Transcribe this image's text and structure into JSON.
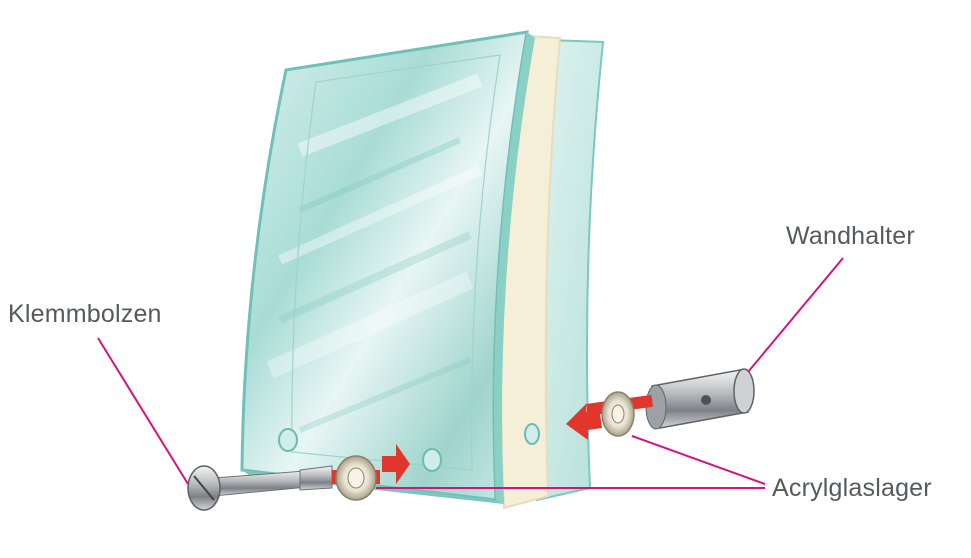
{
  "labels": {
    "klemmbolzen": "Klemmbolzen",
    "wandhalter": "Wandhalter",
    "acrylglaslager": "Acrylglaslager"
  },
  "colors": {
    "leader_line": "#d4137f",
    "arrow": "#e0362c",
    "glass_edge": "#6fc0b8",
    "glass_fill": "#bfe6e2",
    "paper": "#f6efd8",
    "label_text": "#555a5e"
  }
}
